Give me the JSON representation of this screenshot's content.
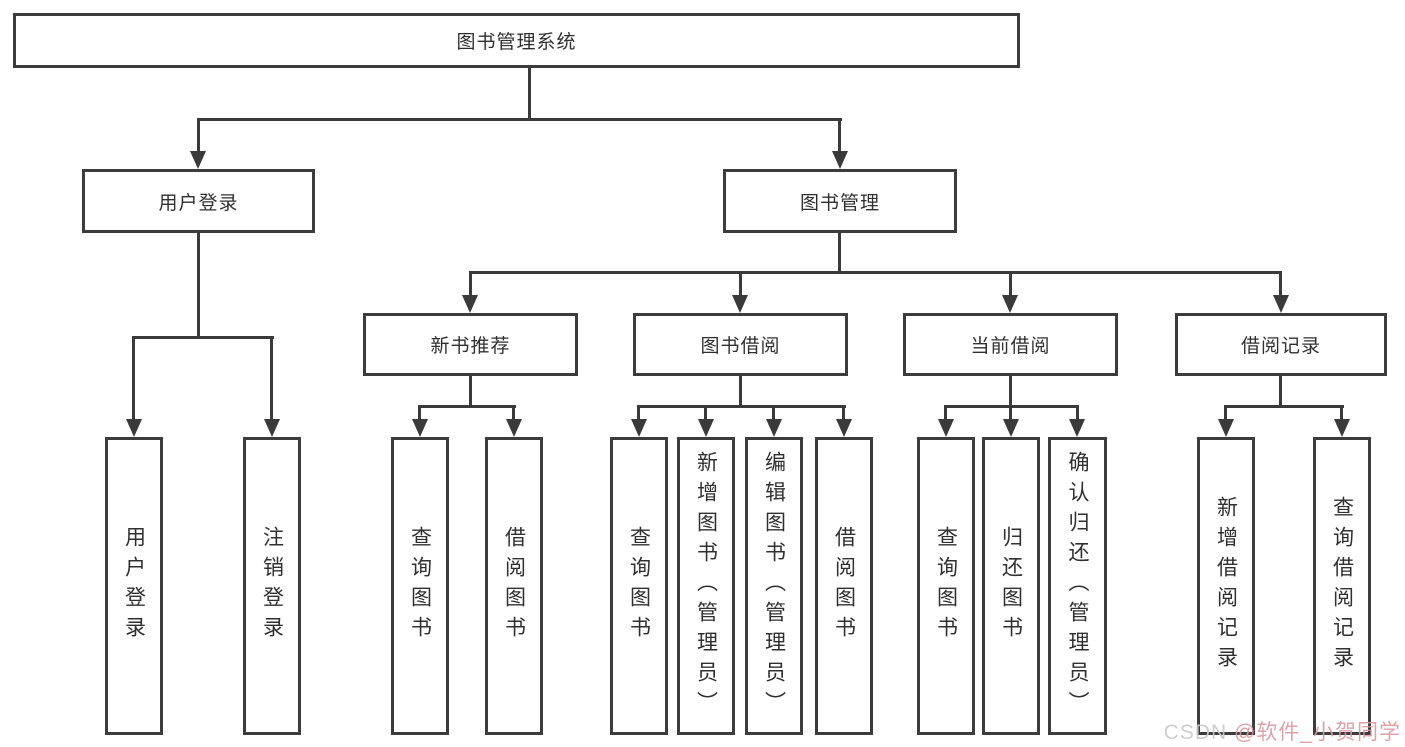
{
  "diagram": {
    "root": {
      "label": "图书管理系统"
    },
    "level1": [
      {
        "label": "用户登录"
      },
      {
        "label": "图书管理"
      }
    ],
    "level2": [
      {
        "label": "新书推荐"
      },
      {
        "label": "图书借阅"
      },
      {
        "label": "当前借阅"
      },
      {
        "label": "借阅记录"
      }
    ],
    "leaves": {
      "user_login": [
        "用户登录",
        "注销登录"
      ],
      "new_book": [
        "查询图书",
        "借阅图书"
      ],
      "book_borrow": [
        "查询图书",
        "新增图书（管理员）",
        "编辑图书（管理员）",
        "借阅图书"
      ],
      "current_borrow": [
        "查询图书",
        "归还图书",
        "确认归还（管理员）"
      ],
      "borrow_record": [
        "新增借阅记录",
        "查询借阅记录"
      ]
    }
  },
  "watermark": {
    "prefix": "CSDN ",
    "handle": "@软件_小贺同学"
  },
  "colors": {
    "line": "#3a3a3a",
    "box_border": "#3c3c3c",
    "text": "#303030",
    "watermark_prefix": "#c9c9c9",
    "watermark_handle": "#d9989f"
  }
}
